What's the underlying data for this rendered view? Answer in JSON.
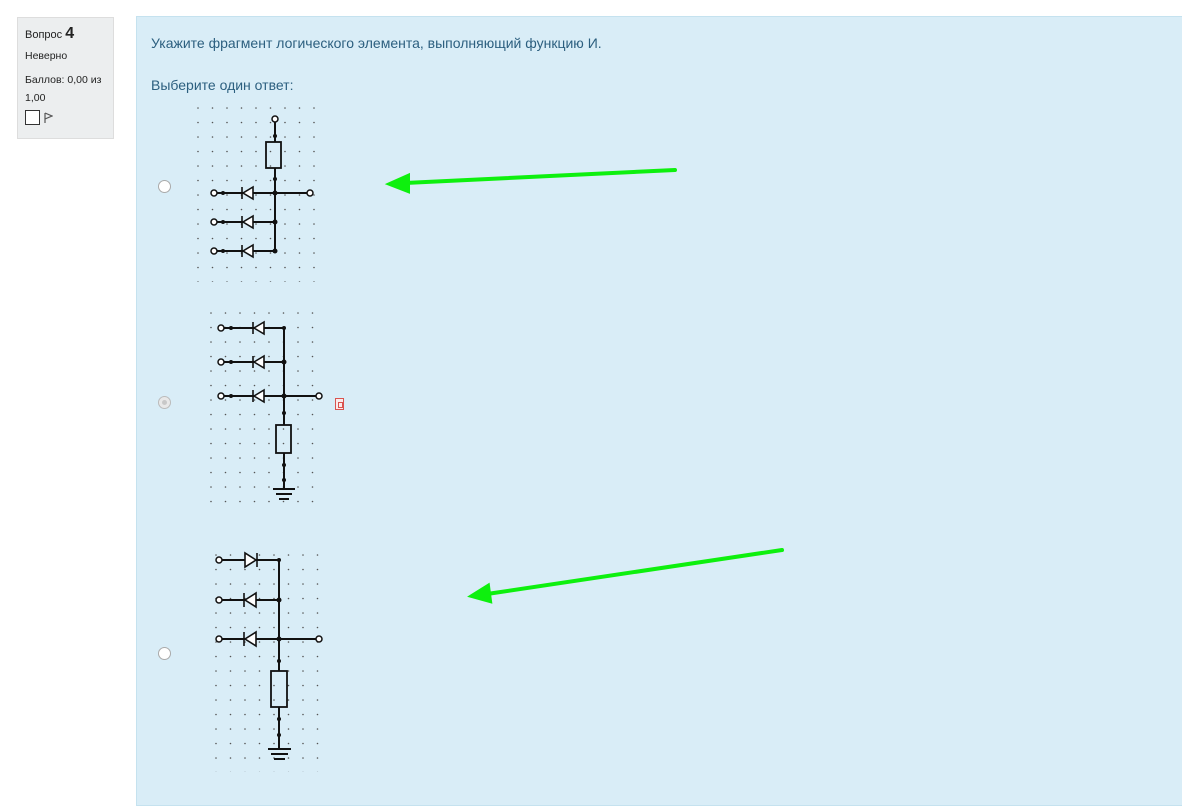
{
  "question_info": {
    "label": "Вопрос",
    "number": "4",
    "state": "Неверно",
    "grade": "Баллов: 0,00 из 1,00"
  },
  "question": {
    "text": "Укажите фрагмент логического элемента, выполняющий функцию И.",
    "prompt": "Выберите один ответ:"
  },
  "answers": [
    {
      "selected": false,
      "marked": false
    },
    {
      "selected": true,
      "marked": true
    },
    {
      "selected": false,
      "marked": false
    }
  ],
  "annotations": {
    "arrow_color": "#0ef00e"
  }
}
